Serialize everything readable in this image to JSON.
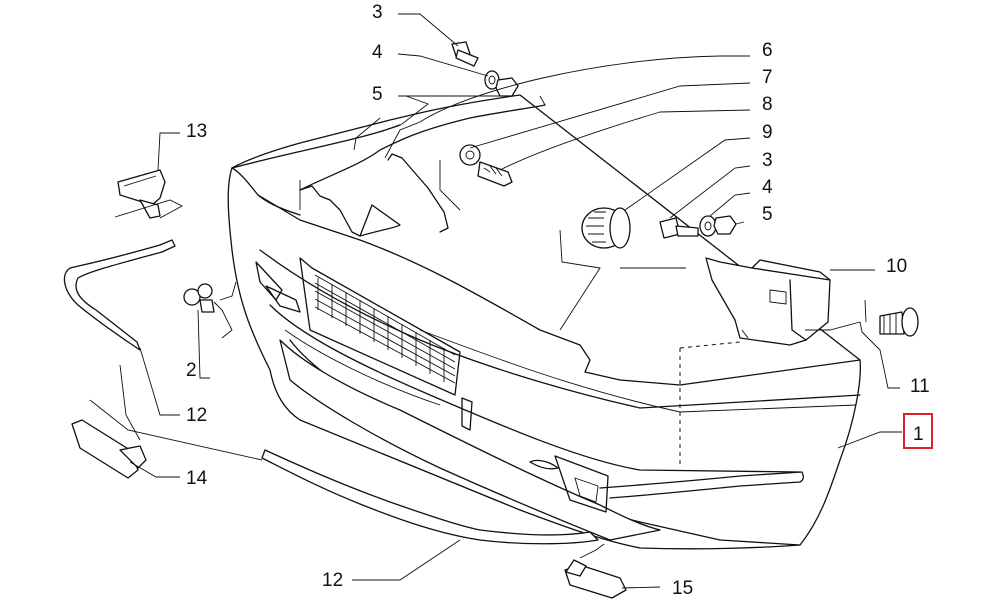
{
  "labels": {
    "l3a": "3",
    "l4a": "4",
    "l5a": "5",
    "l6": "6",
    "l7": "7",
    "l8": "8",
    "l9": "9",
    "l3b": "3",
    "l4b": "4",
    "l5b": "5",
    "l10": "10",
    "l11": "11",
    "l1": "1",
    "l13": "13",
    "l2": "2",
    "l12a": "12",
    "l14": "14",
    "l12b": "12",
    "l15": "15"
  },
  "highlight_color": "#d9232d",
  "highlighted_label": "1"
}
